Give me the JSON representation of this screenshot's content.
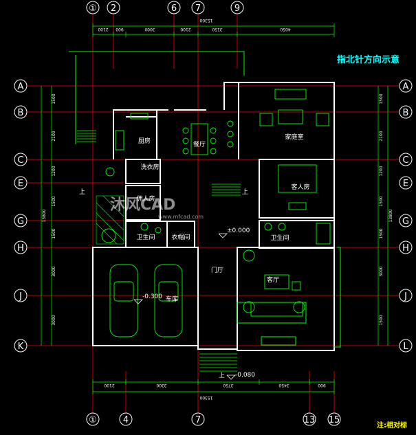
{
  "title": "指北针方向示意",
  "note": "注:相对标",
  "watermark": {
    "brand": "沐风CAD",
    "url": "www.mfcad.com"
  },
  "axes": {
    "top": [
      "①",
      "2",
      "6",
      "7",
      "9"
    ],
    "bottom": [
      "①",
      "4",
      "7",
      "13",
      "15"
    ],
    "left": [
      "A",
      "B",
      "C",
      "E",
      "G",
      "H",
      "J",
      "K"
    ],
    "right": [
      "A",
      "B",
      "C",
      "E",
      "G",
      "H",
      "J",
      "L"
    ]
  },
  "dimensions": {
    "top_total": "15300",
    "top_segments": [
      "2100",
      "900",
      "3000",
      "2100",
      "3150",
      "4050"
    ],
    "bottom_total": "15300",
    "bottom_segments": [
      "2100",
      "3300",
      "3750",
      "3450",
      "900"
    ],
    "left_total": "13800",
    "left_segments": [
      "1500",
      "2100",
      "1200",
      "1500",
      "1500",
      "3000",
      "3000"
    ],
    "right_total": "13800",
    "right_segments": [
      "1500",
      "2100",
      "1200",
      "1500",
      "1500",
      "3000",
      "1500"
    ]
  },
  "rooms": {
    "kitchen": "厨房",
    "dining": "餐厅",
    "family_room": "家庭室",
    "laundry": "洗衣房",
    "guest_room": "客人房",
    "maid_room": "佣人房",
    "bathroom_1": "卫生间",
    "cloakroom": "衣帽间",
    "bathroom_2": "卫生间",
    "foyer": "门厅",
    "living": "客厅",
    "garage": "车库"
  },
  "levels": {
    "main": "±0.000",
    "garage": "-0.300",
    "entry": "-0.080"
  },
  "stair_label": "上",
  "colors": {
    "background": "#000000",
    "wall": "#ffffff",
    "axis_line": "#ff0000",
    "dimension": "#00ff00",
    "furniture": "#00ff00",
    "title": "#00ffff",
    "note": "#ffff00"
  }
}
